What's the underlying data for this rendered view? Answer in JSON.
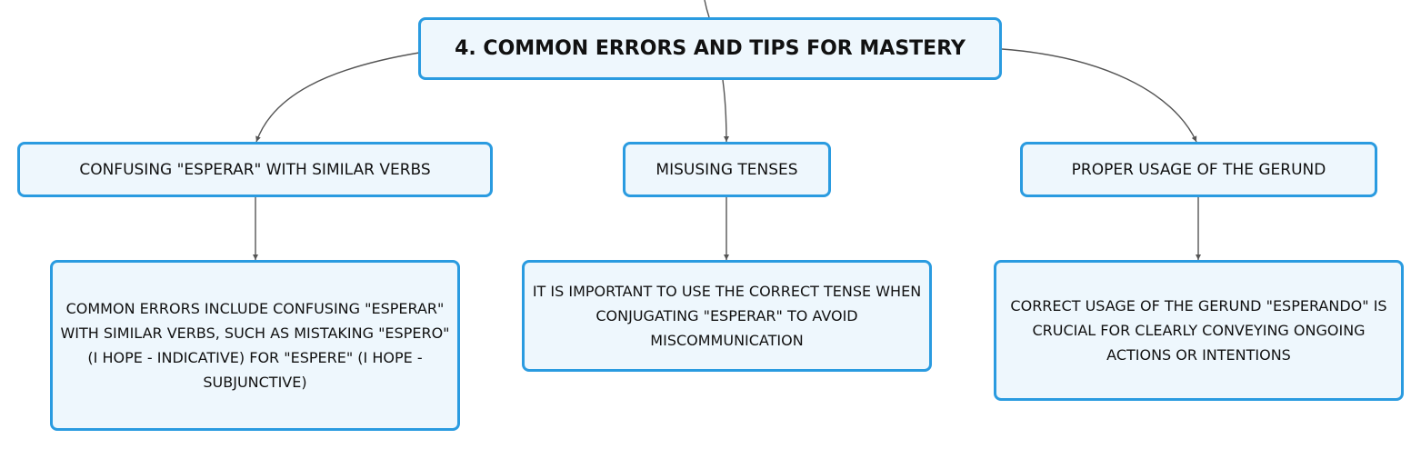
{
  "diagram": {
    "root": {
      "label": "4. COMMON ERRORS AND TIPS FOR MASTERY"
    },
    "branches": [
      {
        "label": "CONFUSING \"ESPERAR\" WITH SIMILAR VERBS",
        "detail": "COMMON ERRORS INCLUDE CONFUSING \"ESPERAR\" WITH SIMILAR VERBS, SUCH AS MISTAKING \"ESPERO\" (I HOPE - INDICATIVE) FOR \"ESPERE\" (I HOPE - SUBJUNCTIVE)"
      },
      {
        "label": "MISUSING TENSES",
        "detail": "IT IS IMPORTANT TO USE THE CORRECT TENSE WHEN CONJUGATING \"ESPERAR\" TO AVOID MISCOMMUNICATION"
      },
      {
        "label": "PROPER USAGE OF THE GERUND",
        "detail": "CORRECT USAGE OF THE GERUND \"ESPERANDO\" IS CRUCIAL FOR CLEARLY CONVEYING ONGOING ACTIONS OR INTENTIONS"
      }
    ]
  },
  "colors": {
    "node_border": "#2a9be0",
    "node_fill": "#eef7fd",
    "connector": "#555555",
    "text": "#111111"
  }
}
